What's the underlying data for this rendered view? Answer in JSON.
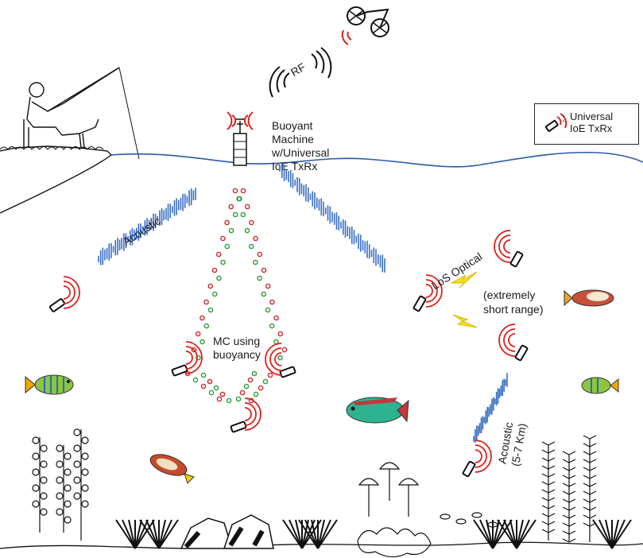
{
  "labels": {
    "rf": "RF",
    "buoy": "Buoyant\nMachine\nw/Universal\nIoE TxRx",
    "acoustic_left": "Acoustic",
    "los_optical": "LoS Optical",
    "short_range": "(extremely\nshort range)",
    "mc": "MC using\nbuoyancy",
    "acoustic_right": "Acoustic\n(5-7 Km)"
  },
  "legend": {
    "colon": ":",
    "text": "Universal\nIoE TxRx"
  },
  "colors": {
    "water_line": "#2a5aa8",
    "acoustic_wave": "#3a6fc4",
    "signal_red": "#e0201b",
    "signal_black": "#222222",
    "mc_red": "#d9262a",
    "mc_green": "#2e9e3a",
    "optical_yellow": "#f2e21a"
  },
  "icons": [
    "drone-icon",
    "fisherman-icon",
    "buoy-icon",
    "txrx-device-icon",
    "fish-icon",
    "plant-icon",
    "rock-icon",
    "lightning-icon"
  ]
}
